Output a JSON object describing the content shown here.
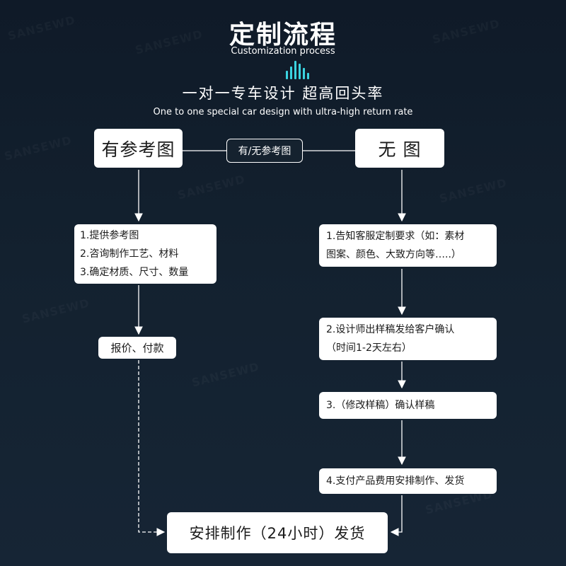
{
  "header": {
    "title": "定制流程",
    "subtitle": "Customization process",
    "tagline": "一对一专车设计  超高回头率",
    "tagline_en": "One to one special car design with ultra-high return rate"
  },
  "watermark": "SANSEWD",
  "colors": {
    "background": "#13212f",
    "accent": "#3bd3e0",
    "box": "#ffffff",
    "text": "#1b1b1b"
  },
  "left_branch": {
    "start": "有参考图",
    "steps": [
      "1.提供参考图",
      "2.咨询制作工艺、材料",
      "3.确定材质、尺寸、数量"
    ],
    "quote": "报价、付款"
  },
  "connector_label": "有/无参考图",
  "right_branch": {
    "start": "无 图",
    "step1": [
      "1.告知客服定制要求（如：素材",
      "图案、颜色、大致方向等…..）"
    ],
    "step2": [
      "2.设计师出样稿发给客户确认",
      "（时间1-2天左右）"
    ],
    "step3": "3.（修改样稿）确认样稿",
    "step4": "4.支付产品费用安排制作、发货"
  },
  "final": "安排制作（24小时）发货"
}
